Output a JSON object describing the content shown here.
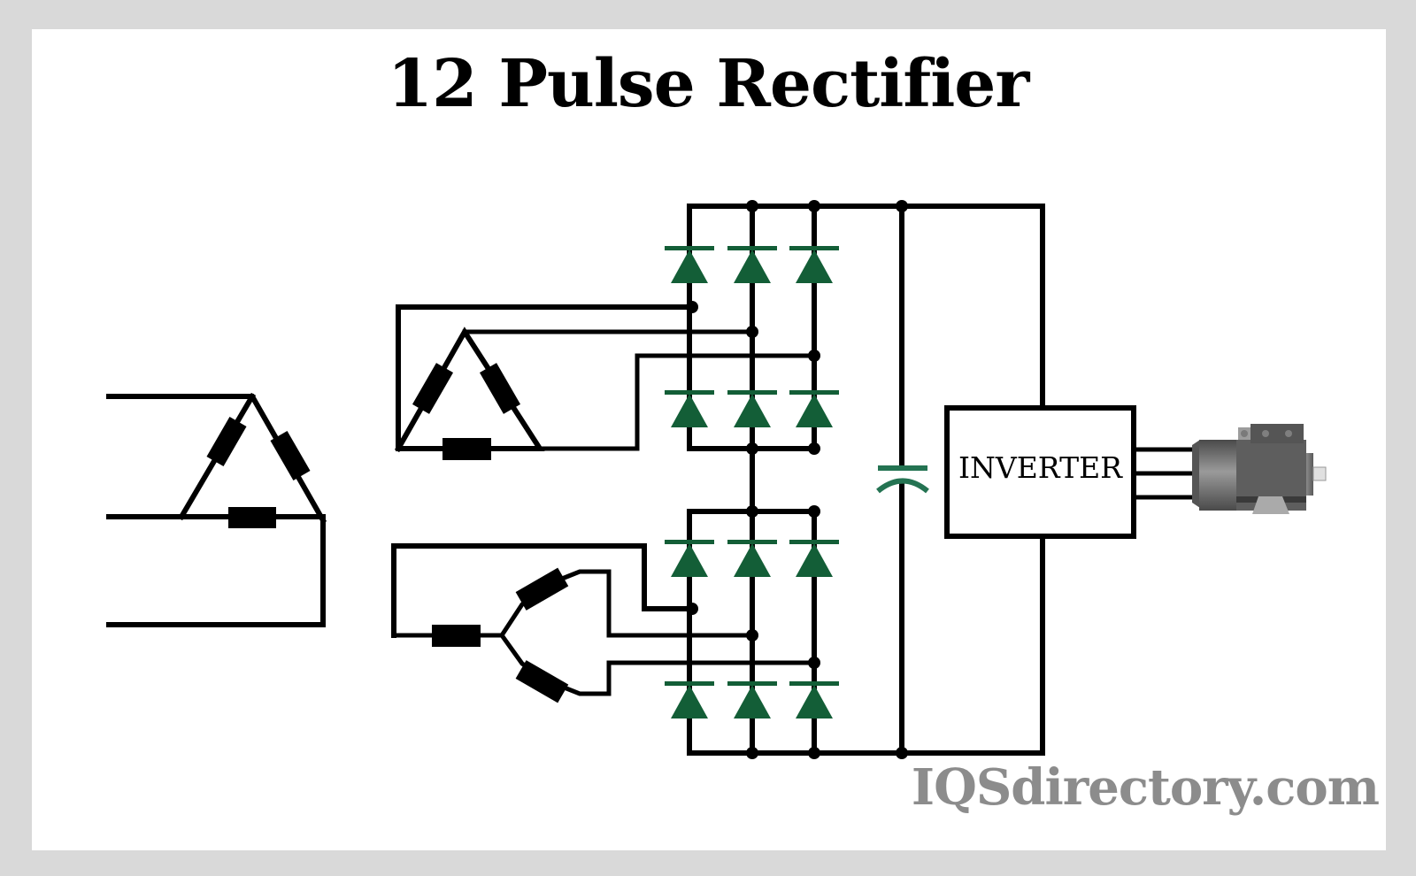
{
  "title": "12 Pulse Rectifier",
  "watermark": "IQSdirectory.com",
  "inverter": {
    "label": "INVERTER"
  },
  "colors": {
    "wire": "#000000",
    "diode": "#135e37",
    "capacitor": "#247352",
    "background": "#ffffff",
    "frame": "#d9d9d9",
    "watermark": "#8c8c8c",
    "motor_body": "#5e5e5e"
  },
  "components": {
    "source_transformer": "delta-winding",
    "upper_secondary": "delta-winding",
    "lower_secondary": "wye-winding",
    "upper_bridge_diodes": 6,
    "lower_bridge_diodes": 6,
    "dc_link": "capacitor",
    "load": "ac-motor"
  }
}
